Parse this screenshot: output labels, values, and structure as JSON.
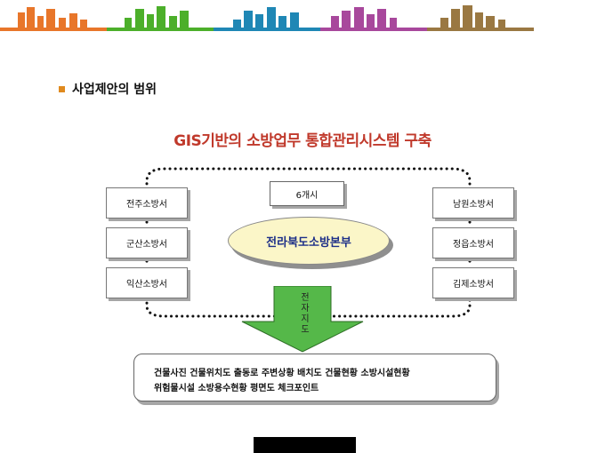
{
  "section": {
    "title": "사업제안의 범위"
  },
  "diagram": {
    "title": "GIS기반의 소방업무 통합관리시스템 구축",
    "center_top": "6개시",
    "center": "전라북도소방본부",
    "left_stations": [
      "전주소방서",
      "군산소방서",
      "익산소방서"
    ],
    "right_stations": [
      "남원소방서",
      "정읍소방서",
      "김제소방서"
    ],
    "arrow_label": "전자지도",
    "info_items": {
      "line1": "건물사진   건물위치도   출동로   주변상황   배치도   건물현황   소방시설현황",
      "line2": "위험물시설   소방용수현황   평면도   체크포인트"
    }
  },
  "colors": {
    "skyline": [
      "#e8762a",
      "#4caf2a",
      "#1f87b5",
      "#a8489c",
      "#9a7842"
    ],
    "bullet": "#e08a1e",
    "title": "#c0392b",
    "hq_fill": "#fbf6c8",
    "hq_text": "#1d2f88",
    "arrow": "#55b849"
  }
}
